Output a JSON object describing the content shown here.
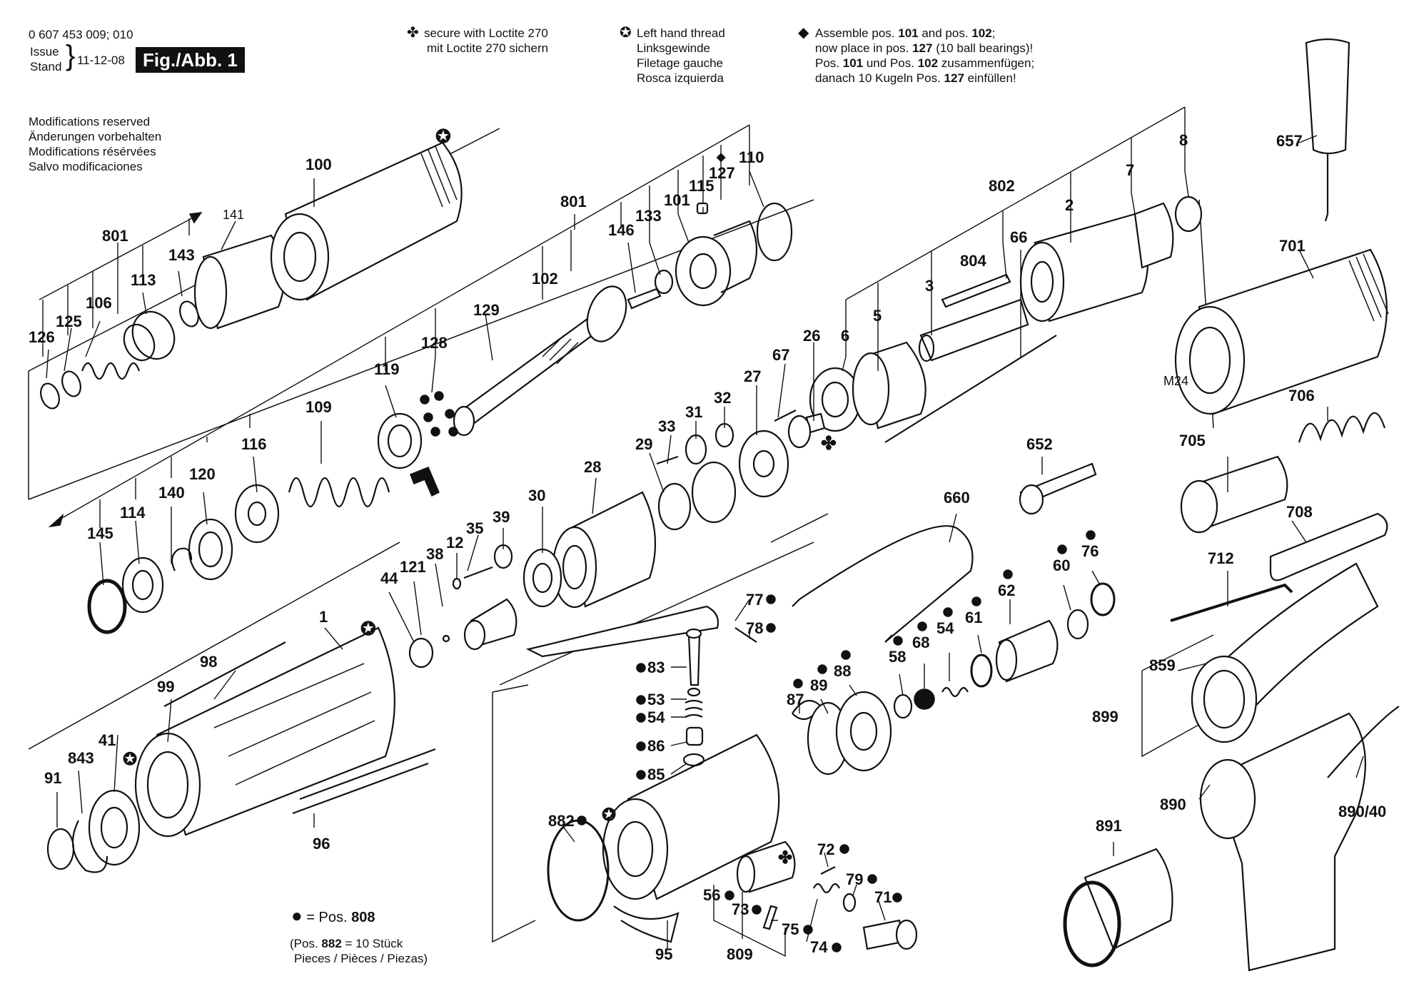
{
  "header": {
    "doc_number": "0 607 453 009; 010",
    "issue_label_1": "Issue",
    "issue_label_2": "Stand",
    "issue_date": "11-12-08",
    "figure_badge": "Fig./Abb. 1"
  },
  "modifications": [
    "Modifications reserved",
    "Änderungen vorbehalten",
    "Modifications résérvées",
    "Salvo modificaciones"
  ],
  "notes": {
    "loctite": [
      "secure with Loctite 270",
      "mit Loctite 270 sichern"
    ],
    "left_thread": [
      "Left hand thread",
      "Linksgewinde",
      "Filetage gauche",
      "Rosca izquierda"
    ],
    "assemble": {
      "line1_prefix": "Assemble pos. ",
      "line1_b1": "101",
      "line1_mid": " and pos. ",
      "line1_b2": "102",
      "line1_suffix": ";",
      "line2_prefix": "now place in pos. ",
      "line2_b": "127",
      "line2_suffix": " (10 ball bearings)!",
      "line3_prefix": "Pos. ",
      "line3_b1": "101",
      "line3_mid": " und Pos. ",
      "line3_b2": "102",
      "line3_suffix": " zusammenfügen;",
      "line4_prefix": "danach 10 Kugeln Pos. ",
      "line4_b": "127",
      "line4_suffix": " einfüllen!"
    }
  },
  "footer": {
    "dot_prefix": "= Pos. ",
    "dot_pos": "808",
    "pieces_prefix": "(Pos. ",
    "pieces_pos": "882",
    "pieces_suffix": " = 10 Stück",
    "pieces_line2": "Pieces / Pièces / Piezas)"
  },
  "labels": {
    "l100": "100",
    "l801a": "801",
    "l141": "141",
    "l143": "143",
    "l113": "113",
    "l106": "106",
    "l125": "125",
    "l126": "126",
    "l801b": "801",
    "l102": "102",
    "l129": "129",
    "l128": "128",
    "l119": "119",
    "l109": "109",
    "l116": "116",
    "l120": "120",
    "l140": "140",
    "l114": "114",
    "l145": "145",
    "l146": "146",
    "l133": "133",
    "l101": "101",
    "l115": "115",
    "l127": "127",
    "l110": "110",
    "l802": "802",
    "l8": "8",
    "l7": "7",
    "l2": "2",
    "l66": "66",
    "l804": "804",
    "l3": "3",
    "l5": "5",
    "l6": "6",
    "l26": "26",
    "l67": "67",
    "l27": "27",
    "l32": "32",
    "l31": "31",
    "l33": "33",
    "l29": "29",
    "l28": "28",
    "l30": "30",
    "l39": "39",
    "l35": "35",
    "l12": "12",
    "l38": "38",
    "l121": "121",
    "l44": "44",
    "l1": "1",
    "l98": "98",
    "l99": "99",
    "l41": "41",
    "l843": "843",
    "l91": "91",
    "l96": "96",
    "l657": "657",
    "l701": "701",
    "l706": "706",
    "l705": "705",
    "l708": "708",
    "l712": "712",
    "l652": "652",
    "l660": "660",
    "l77": "77",
    "l78": "78",
    "l83": "83",
    "l53": "53",
    "l54a": "54",
    "l86": "86",
    "l85": "85",
    "l882": "882",
    "l95": "95",
    "l56": "56",
    "l73": "73",
    "l75": "75",
    "l74": "74",
    "l809": "809",
    "l72": "72",
    "l79": "79",
    "l71": "71",
    "l87": "87",
    "l89": "89",
    "l88": "88",
    "l58": "58",
    "l68": "68",
    "l54b": "54",
    "l61": "61",
    "l62": "62",
    "l60": "60",
    "l76": "76",
    "l859": "859",
    "l899": "899",
    "l890": "890",
    "l89040": "890/40",
    "l891": "891",
    "m24": "M24"
  }
}
